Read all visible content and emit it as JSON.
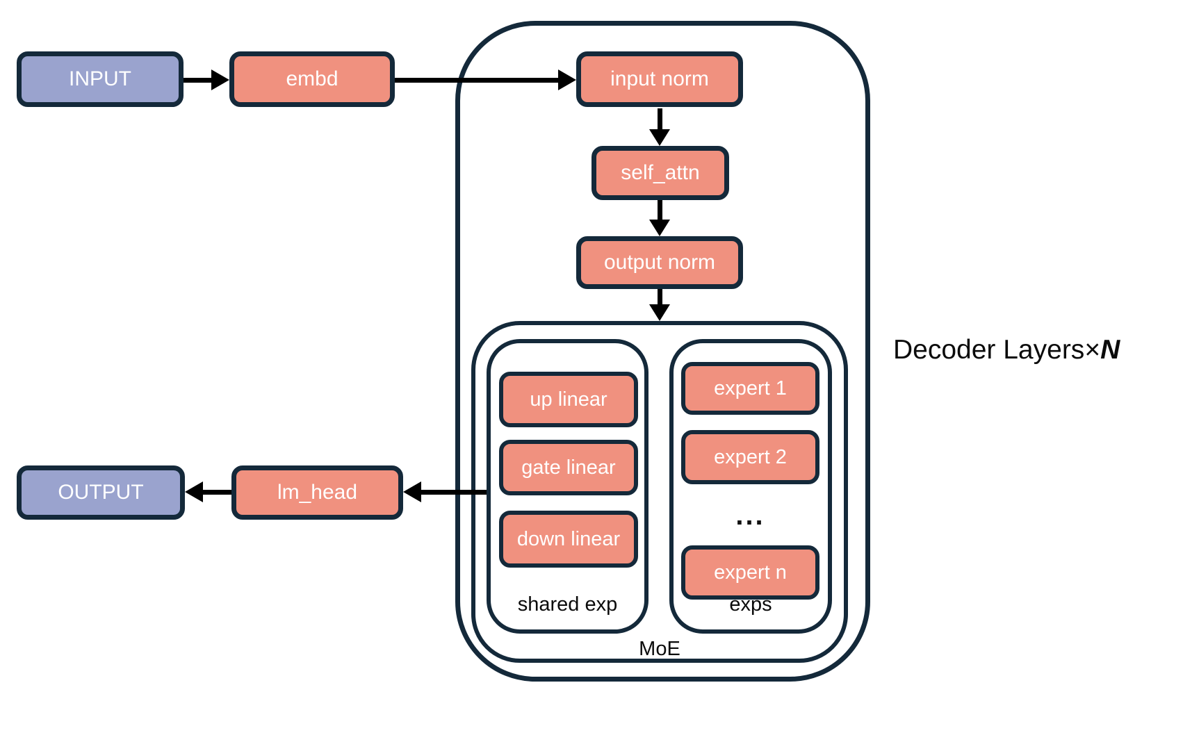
{
  "palette": {
    "node_salmon": "#F0917F",
    "node_purple": "#9AA3CE",
    "border_navy": "#14293A",
    "arrow_black": "#000000",
    "background": "#FFFFFF"
  },
  "flow": {
    "input": "INPUT",
    "embd": "embd",
    "lm_head": "lm_head",
    "output": "OUTPUT"
  },
  "decoder": {
    "label_prefix": "Decoder Layers",
    "label_times": "×",
    "label_n": "N",
    "input_norm": "input norm",
    "self_attn": "self_attn",
    "output_norm": "output norm",
    "moe": {
      "label": "MoE",
      "shared_exp": {
        "label": "shared exp",
        "up_linear": "up linear",
        "gate_linear": "gate linear",
        "down_linear": "down linear"
      },
      "exps": {
        "label": "exps",
        "expert_1": "expert 1",
        "expert_2": "expert 2",
        "ellipsis": "...",
        "expert_n": "expert n"
      }
    }
  }
}
